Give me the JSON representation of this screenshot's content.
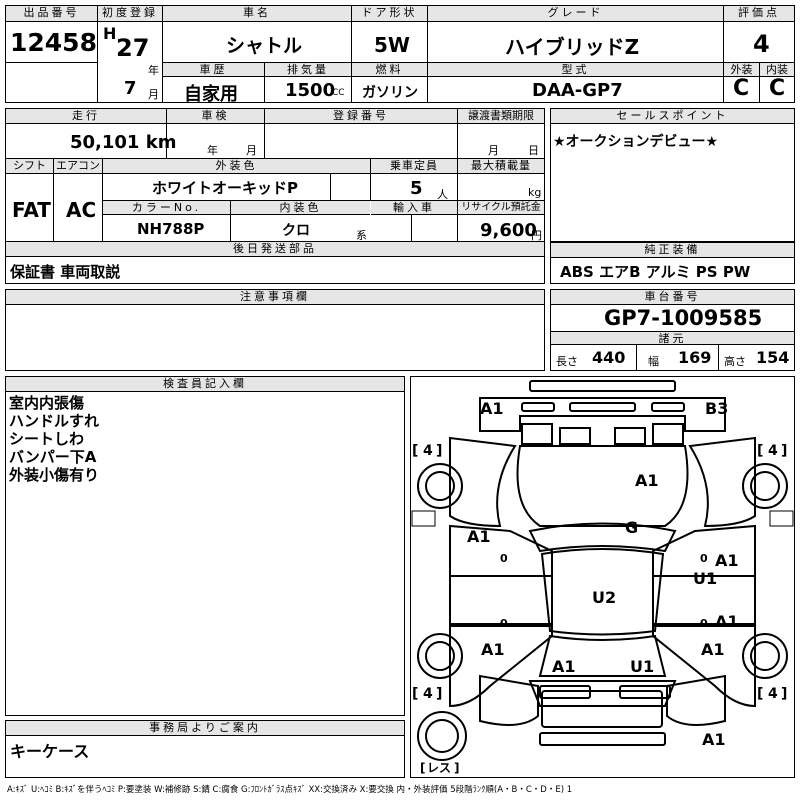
{
  "row1": {
    "lot_no_label": "出品番号",
    "lot_no": "12458",
    "first_reg_label": "初度登録",
    "era": "H",
    "year": "27",
    "year_unit": "年",
    "month": "7",
    "month_unit": "月",
    "car_name_label": "車名",
    "car_name": "シャトル",
    "door_label": "ドア形状",
    "door": "5W",
    "grade_label": "グレード",
    "grade": "ハイブリッドZ",
    "score_label": "評価点",
    "score": "4",
    "history_label": "車歴",
    "history": "自家用",
    "displacement_label": "排気量",
    "displacement": "1500",
    "displacement_unit": "CC",
    "fuel_label": "燃料",
    "fuel": "ガソリン",
    "model_label": "型式",
    "model": "DAA-GP7",
    "ext_label": "外装",
    "ext": "C",
    "int_label": "内装",
    "int": "C"
  },
  "row2": {
    "mileage_label": "走行",
    "mileage": "50,101 km",
    "inspection_label": "車検",
    "inspection_year_unit": "年",
    "inspection_month_unit": "月",
    "reg_no_label": "登録番号",
    "transfer_label": "譲渡書類期限",
    "transfer_month_unit": "月",
    "transfer_day_unit": "日",
    "shift_label": "シフト",
    "shift": "FAT",
    "ac_label": "エアコン",
    "ac": "AC",
    "color_label": "外装色",
    "color": "ホワイトオーキッドP",
    "capacity_label": "乗車定員",
    "capacity": "5",
    "capacity_unit": "人",
    "load_label": "最大積載量",
    "load_unit": "kg",
    "color_no_label": "カラーNo.",
    "color_no": "NH788P",
    "interior_label": "内装色",
    "interior": "クロ",
    "interior_unit": "系",
    "import_label": "輸入車",
    "recycle_label": "リサイクル預託金",
    "recycle": "9,600",
    "recycle_unit": "円"
  },
  "sales_point": {
    "label": "セールスポイント",
    "text": "★オークションデビュー★"
  },
  "later_parts": {
    "label": "後日発送部品",
    "text": "保証書 車両取説"
  },
  "equipment": {
    "label": "純正装備",
    "text": "ABS エアB アルミ PS PW"
  },
  "notes": {
    "label": "注意事項欄"
  },
  "chassis": {
    "label": "車台番号",
    "value": "GP7-1009585",
    "specs_label": "諸元",
    "length_label": "長さ",
    "length": "440",
    "width_label": "幅",
    "width": "169",
    "height_label": "高さ",
    "height": "154"
  },
  "inspector": {
    "label": "検査員記入欄",
    "lines": [
      "室内内張傷",
      "ハンドルすれ",
      "シートしわ",
      "バンパー下A",
      "外装小傷有り"
    ]
  },
  "office": {
    "label": "事務局よりご案内",
    "text": "キーケース"
  },
  "diagram": {
    "marks": {
      "front_left": "A1",
      "front_right": "B3",
      "hood": "A1",
      "roof": "G",
      "left_front_door": "A1",
      "right_front_door": "A1",
      "right_front_door2": "U1",
      "trunk_roof": "U2",
      "right_rear_door": "A1",
      "left_rear": "A1",
      "rear_left": "A1",
      "rear_center": "U1",
      "right_rear": "A1",
      "rear_bottom": "A1"
    },
    "tire_fl": "4",
    "tire_fr": "4",
    "tire_rl": "4",
    "tire_rr": "4",
    "spare": "レス",
    "zero_l1": "0",
    "zero_l2": "0",
    "zero_r1": "0",
    "zero_r2": "0"
  },
  "legend": "A:ｷｽﾞ U:ﾍｺﾐ B:ｷｽﾞを伴うﾍｺﾐ P:要塗装 W:補修跡 S:錆 C:腐食 G:ﾌﾛﾝﾄｶﾞﾗｽ点ｷｽﾞ XX:交換済み X:要交換 内・外装評価 5段階ﾗﾝｸ順(A・B・C・D・E) 1"
}
